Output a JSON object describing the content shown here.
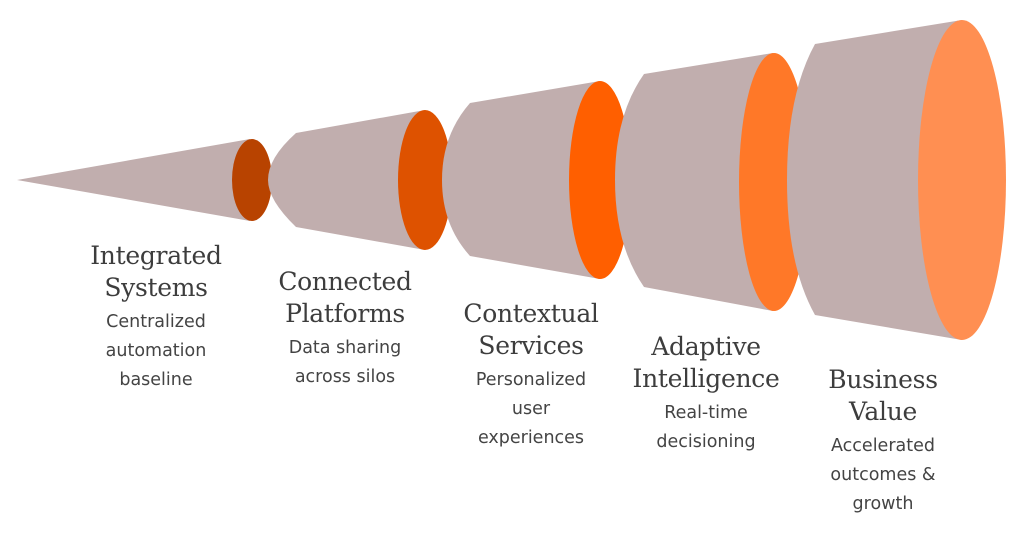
{
  "colors": {
    "body": "#C1AEAE",
    "stage_faces": [
      "#B84300",
      "#DE5200",
      "#FF5F00",
      "#FF7828",
      "#FF8F52"
    ]
  },
  "stages": [
    {
      "title_lines": [
        "Integrated",
        "Systems"
      ],
      "desc_lines": [
        "Centralized",
        "automation",
        "baseline"
      ]
    },
    {
      "title_lines": [
        "Connected",
        "Platforms"
      ],
      "desc_lines": [
        "Data sharing",
        "across silos"
      ]
    },
    {
      "title_lines": [
        "Contextual",
        "Services"
      ],
      "desc_lines": [
        "Personalized",
        "user",
        "experiences"
      ]
    },
    {
      "title_lines": [
        "Adaptive",
        "Intelligence"
      ],
      "desc_lines": [
        "Real-time",
        "decisioning"
      ]
    },
    {
      "title_lines": [
        "Business",
        "Value"
      ],
      "desc_lines": [
        "Accelerated",
        "outcomes &",
        "growth"
      ]
    }
  ]
}
